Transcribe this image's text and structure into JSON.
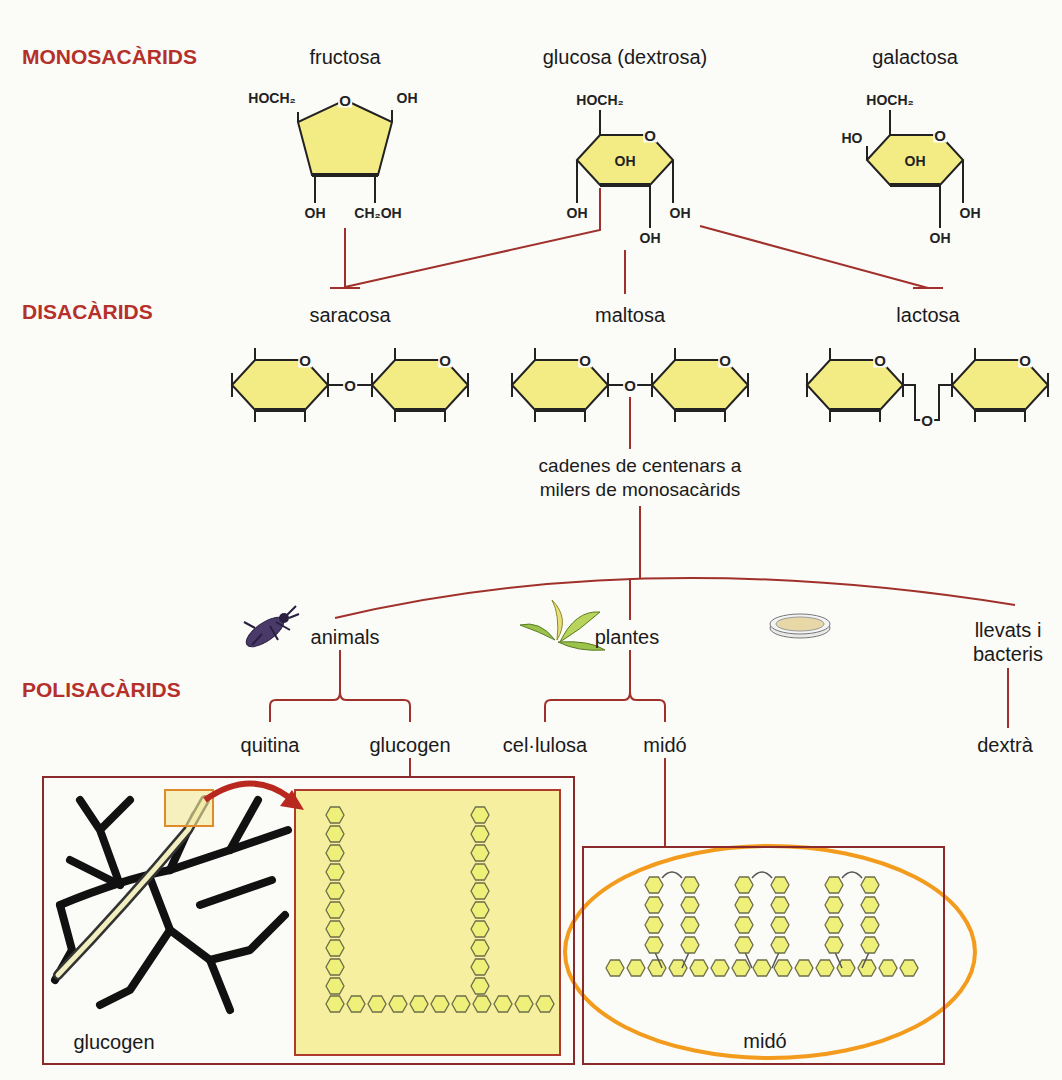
{
  "diagram": {
    "nodes": [
      {
        "text": [
          "glucogen"
        ]
      },
      {
        "text": [
          "midó"
        ]
      }
    ],
    "labels": [
      "MONOSACÀRIDS",
      "fructosa",
      "glucosa (dextrosa)",
      "galactosa",
      "HOCH₂",
      "O",
      "OH",
      "OH",
      "CH₂OH",
      "HOCH₂",
      "O",
      "OH",
      "OH",
      "OH",
      "OH",
      "HOCH₂",
      "HO",
      "O",
      "OH",
      "OH",
      "OH",
      "DISACÀRIDS",
      "saracosa",
      "maltosa",
      "lactosa",
      "O",
      "O",
      "O",
      "O",
      "O",
      "O",
      "O",
      "O",
      "O",
      "cadenes de centenars a milers de monosacàrids",
      "animals",
      "plantes",
      "llevats i bacteris",
      "POLISACÀRIDS",
      "quitina",
      "glucogen",
      "cel·lulosa",
      "midó",
      "dextrà"
    ]
  }
}
